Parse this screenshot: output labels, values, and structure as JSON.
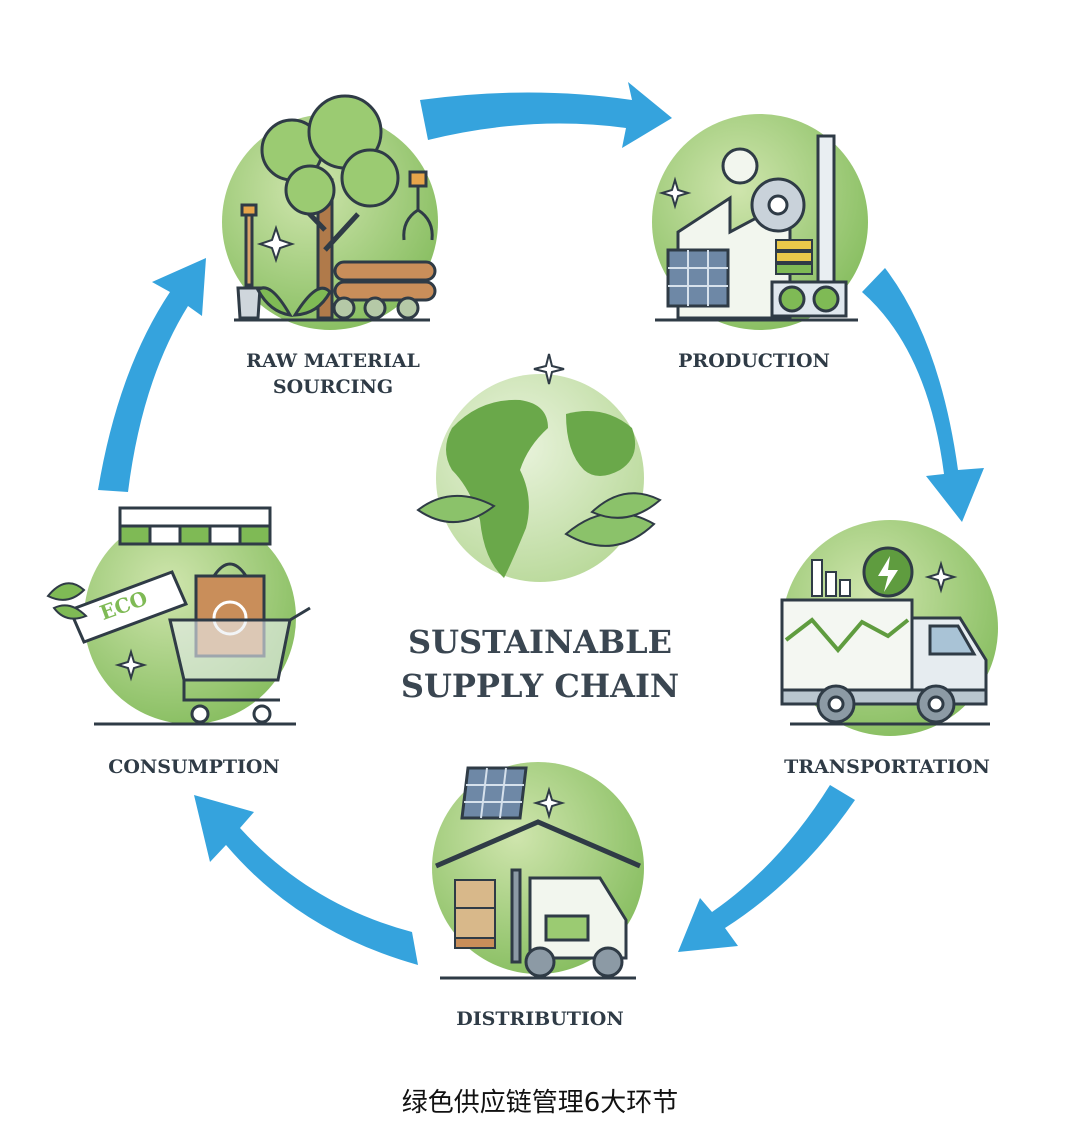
{
  "center": {
    "title_line1": "SUSTAINABLE",
    "title_line2": "SUPPLY CHAIN"
  },
  "stages": {
    "raw_line1": "RAW MATERIAL",
    "raw_line2": "SOURCING",
    "production": "PRODUCTION",
    "transportation": "TRANSPORTATION",
    "distribution": "DISTRIBUTION",
    "consumption": "CONSUMPTION"
  },
  "eco_tag": "ECO",
  "caption": "绿色供应链管理6大环节",
  "colors": {
    "arrow": "#35a3dd",
    "green_light": "#b7d88f",
    "green_mid": "#8bc26a",
    "green_dark": "#5f9c3f",
    "outline": "#2f3b46"
  }
}
